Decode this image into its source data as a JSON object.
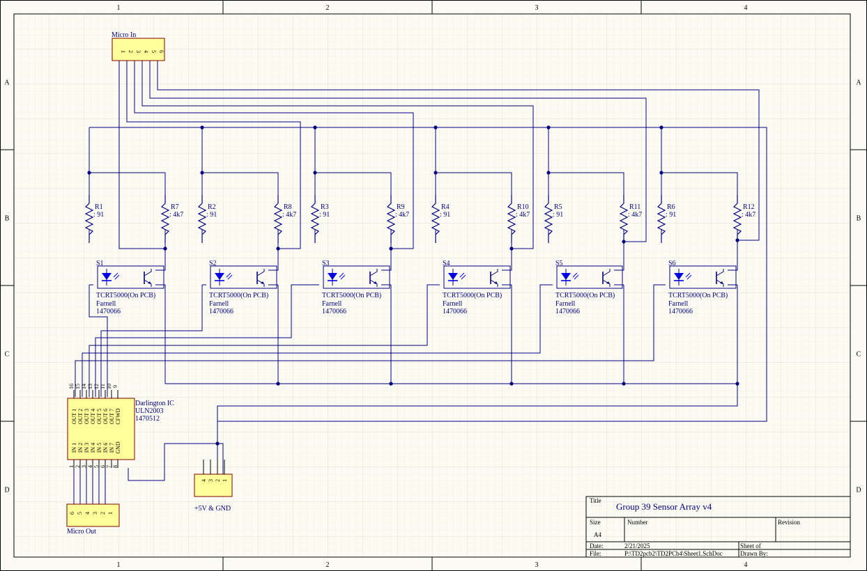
{
  "colors": {
    "background": "#fbfbf3",
    "grid": "#e2e2d6",
    "wire": "#000080",
    "component_fill": "#ffff99",
    "component_stroke": "#800000",
    "led": "#0000ff",
    "border": "#000000"
  },
  "sheet": {
    "columns": [
      "1",
      "2",
      "3",
      "4"
    ],
    "rows": [
      "A",
      "B",
      "C",
      "D"
    ]
  },
  "connectors": {
    "micro_in": {
      "label": "Micro In",
      "pins": [
        "1",
        "2",
        "3",
        "4",
        "5",
        "6"
      ]
    },
    "micro_out": {
      "label": "Micro Out",
      "pins": [
        "6",
        "5",
        "4",
        "3",
        "2",
        "1"
      ]
    },
    "power": {
      "label": "+5V & GND",
      "pins": [
        "4",
        "3",
        "2",
        "1"
      ]
    }
  },
  "sensors": [
    {
      "designator": "S1",
      "led_resistor": "R1",
      "led_value": ": 91",
      "pullup": "R7",
      "pullup_value": ": 4k7"
    },
    {
      "designator": "S2",
      "led_resistor": "R2",
      "led_value": ": 91",
      "pullup": "R8",
      "pullup_value": ": 4k7"
    },
    {
      "designator": "S3",
      "led_resistor": "R3",
      "led_value": ": 91",
      "pullup": "R9",
      "pullup_value": ": 4k7"
    },
    {
      "designator": "S4",
      "led_resistor": "R4",
      "led_value": ": 91",
      "pullup": "R10",
      "pullup_value": ": 4k7"
    },
    {
      "designator": "S5",
      "led_resistor": "R5",
      "led_value": ": 91",
      "pullup": "R11",
      "pullup_value": ": 4k7"
    },
    {
      "designator": "S6",
      "led_resistor": "R6",
      "led_value": ": 91",
      "pullup": "R12",
      "pullup_value": ": 4k7"
    }
  ],
  "sensor_part": {
    "name": "TCRT5000(On PCB)",
    "supplier": "Farnell",
    "code": "1470066"
  },
  "darlington": {
    "label": "Darlington IC",
    "part": "ULN2003",
    "code": "1470512",
    "top_pins": [
      "16",
      "15",
      "14",
      "13",
      "12",
      "11",
      "10",
      "9"
    ],
    "top_names": [
      "OUT 1",
      "OUT 2",
      "OUT 3",
      "OUT 4",
      "OUT 5",
      "OUT 6",
      "OUT 7",
      "CFWD"
    ],
    "bottom_pins": [
      "1",
      "2",
      "3",
      "4",
      "5",
      "6",
      "7",
      "8"
    ],
    "bottom_names": [
      "IN 1",
      "IN 2",
      "IN 3",
      "IN 4",
      "IN 5",
      "IN 6",
      "IN 7",
      "GND"
    ]
  },
  "title_block": {
    "title_label": "Title",
    "title": "Group 39 Sensor Array v4",
    "size_label": "Size",
    "size": "A4",
    "number_label": "Number",
    "revision_label": "Revision",
    "date_label": "Date:",
    "date": "2/21/2025",
    "sheet_label": "Sheet    of",
    "file_label": "File:",
    "file": "P:\\TD2pcb2\\TD2PCb4\\Sheet1.SchDoc",
    "drawn_label": "Drawn By:"
  }
}
